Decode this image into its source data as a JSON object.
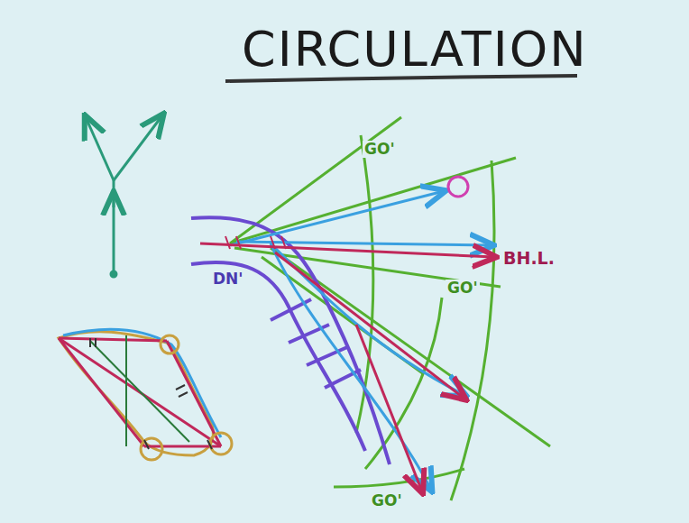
{
  "diagram": {
    "title": "CIRCULATION",
    "labels": [
      "GO'",
      "GO'",
      "GO'",
      "BH.L.",
      "DN'"
    ]
  }
}
